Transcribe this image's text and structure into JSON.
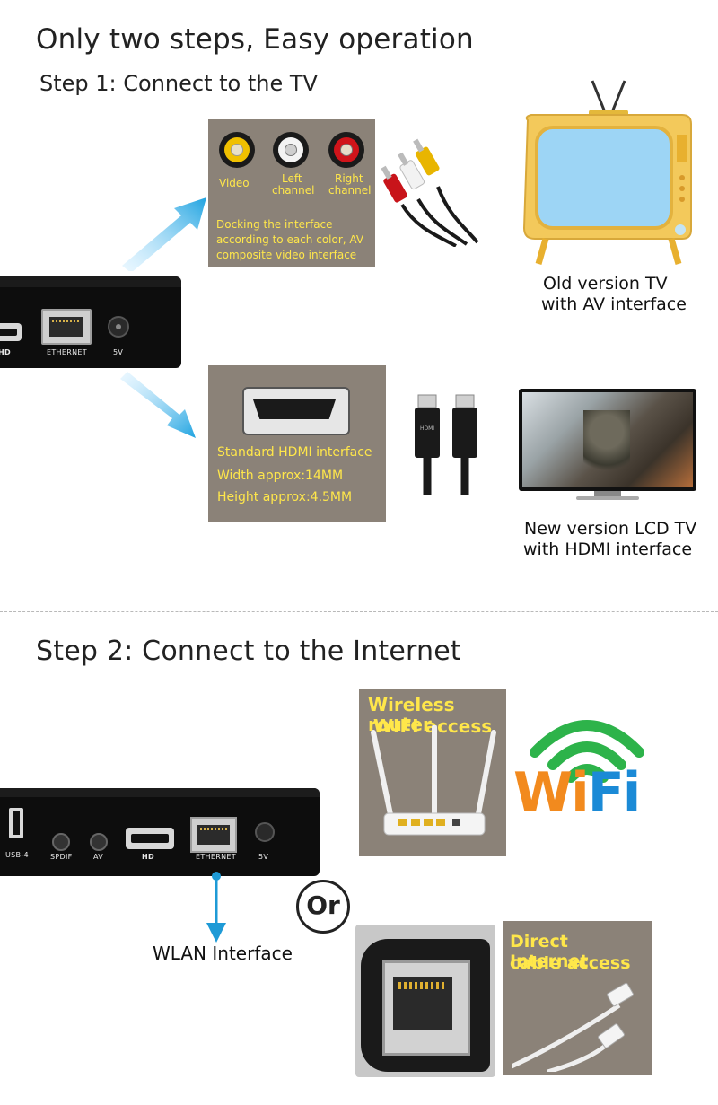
{
  "header": {
    "title": "Only two steps, Easy operation",
    "step1": "Step 1: Connect to the TV"
  },
  "av_panel": {
    "jack_video": "Video",
    "jack_left_1": "Left",
    "jack_left_2": "channel",
    "jack_right_1": "Right",
    "jack_right_2": "channel",
    "desc_1": "Docking the interface",
    "desc_2": "according to each color, AV",
    "desc_3": "composite video interface",
    "colors": {
      "yellow": "#e8b500",
      "white": "#f2f2f2",
      "red": "#c8141a"
    }
  },
  "old_tv": {
    "line1": "Old version TV",
    "line2": "with AV interface"
  },
  "box1": {
    "eth": "ETHERNET",
    "v5": "5V",
    "hd": "HD"
  },
  "hdmi_panel": {
    "line1": "Standard HDMI interface",
    "line2": "Width approx:14MM",
    "line3": "Height approx:4.5MM",
    "cable_text": "HDMI"
  },
  "new_tv": {
    "line1": "New version LCD TV",
    "line2": "with HDMI interface"
  },
  "step2": {
    "title": "Step 2: Connect to the Internet",
    "router_1": "Wireless router",
    "router_2": "WIFI access",
    "wifi_logo": "WiFi",
    "or": "Or",
    "wlan": "WLAN Interface",
    "direct_1": "Direct Internet",
    "direct_2": "cable access"
  },
  "box2": {
    "usb": "USB-4",
    "spdif": "SPDIF",
    "av": "AV",
    "hd": "HD",
    "eth": "ETHERNET",
    "v5": "5V"
  }
}
